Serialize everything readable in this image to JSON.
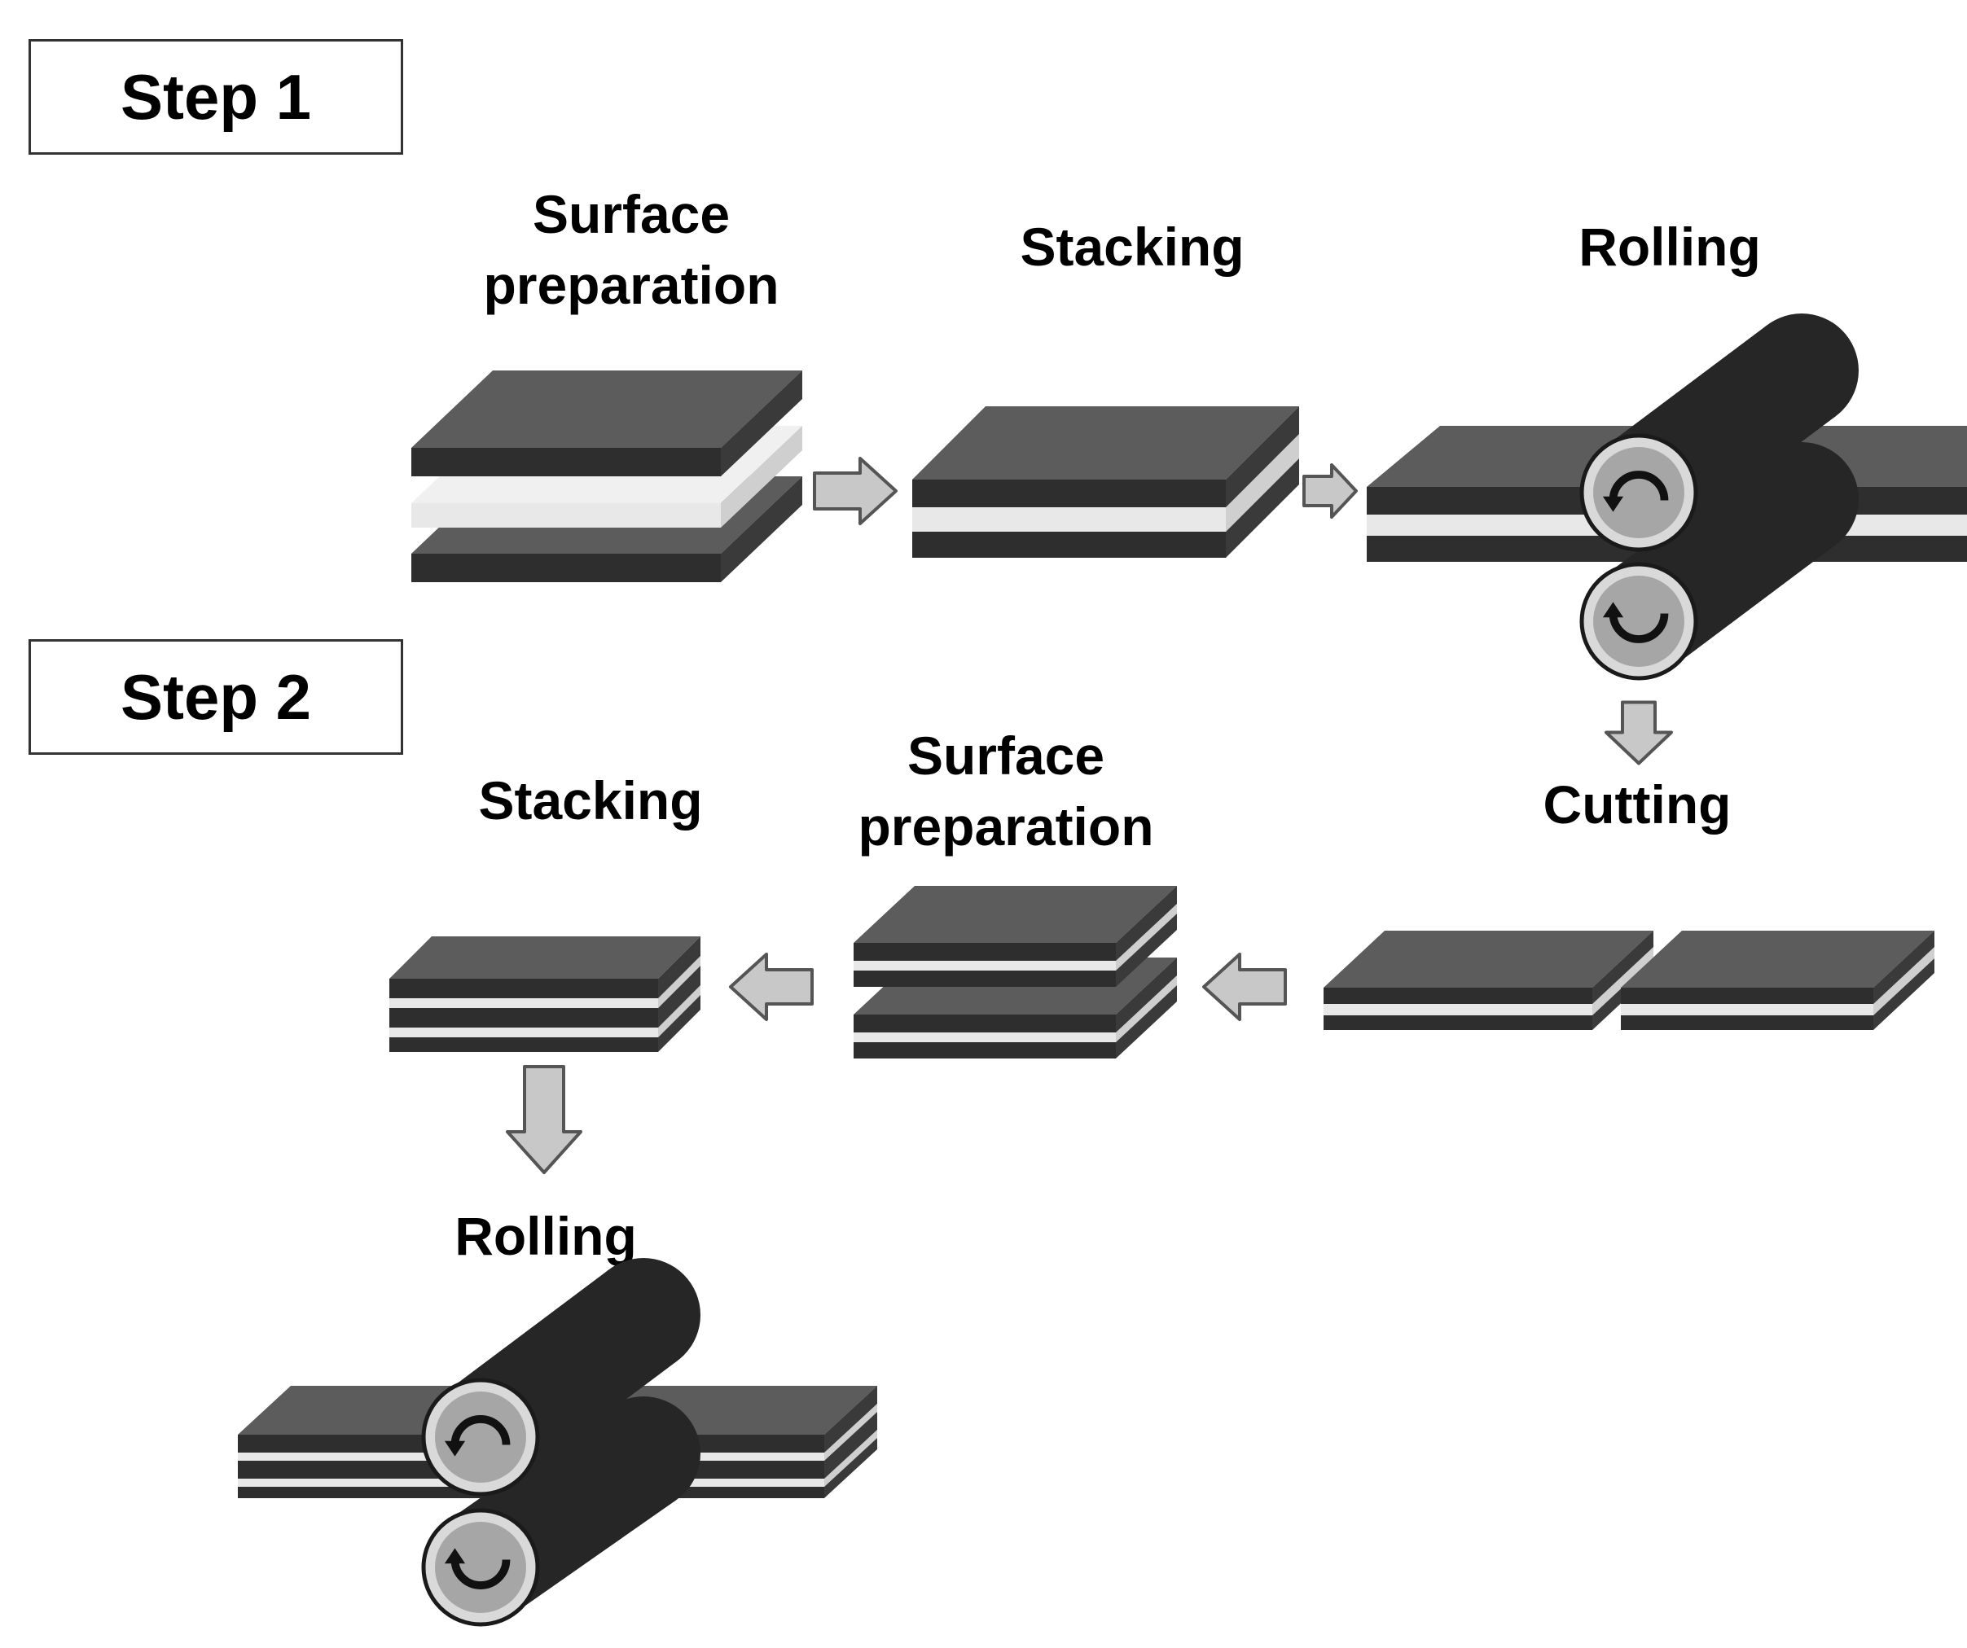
{
  "steps": {
    "step1": "Step 1",
    "step2": "Step 2"
  },
  "step1_stages": {
    "surface_preparation": [
      "Surface",
      "preparation"
    ],
    "stacking": "Stacking",
    "rolling": "Rolling"
  },
  "transition": {
    "cutting": "Cutting"
  },
  "step2_stages": {
    "stacking": "Stacking",
    "surface_preparation": [
      "Surface",
      "preparation"
    ],
    "rolling": "Rolling"
  },
  "colors": {
    "layer_top": "#5c5c5c",
    "layer_side": "#3a3a3a",
    "layer_front": "#2e2e2e",
    "interlayer": "#f0f0f0",
    "roller_body": "#262626",
    "roller_face": "#a6a6a6",
    "arrow_fill": "#c8c8c8",
    "arrow_stroke": "#555555"
  },
  "icons": {
    "roller_arrow": "rotation-arrow-icon",
    "flow_arrow": "flow-arrow-icon"
  }
}
